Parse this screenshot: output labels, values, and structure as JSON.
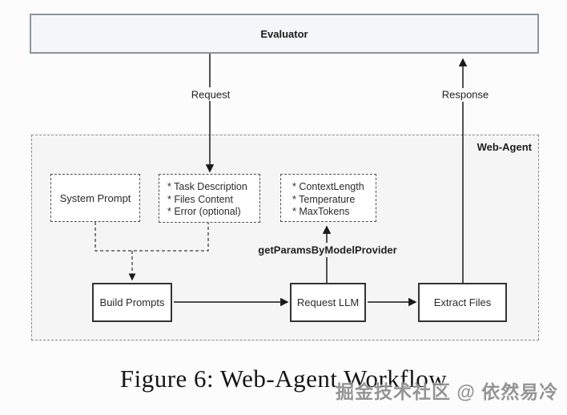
{
  "diagram": {
    "evaluator": {
      "label": "Evaluator"
    },
    "web_agent": {
      "label": "Web-Agent"
    },
    "edges": {
      "request": "Request",
      "response": "Response",
      "get_params": "getParamsByModelProvider"
    },
    "nodes": {
      "system_prompt": {
        "label": "System Prompt"
      },
      "task_inputs": {
        "items": [
          "* Task Description",
          "* Files Content",
          "* Error (optional)"
        ]
      },
      "model_params": {
        "items": [
          "* ContextLength",
          "* Temperature",
          "* MaxTokens"
        ]
      },
      "build_prompts": {
        "label": "Build Prompts"
      },
      "request_llm": {
        "label": "Request LLM"
      },
      "extract_files": {
        "label": "Extract Files"
      }
    },
    "colors": {
      "evaluator_fill": "#f5f6f7",
      "evaluator_border": "#8d969c",
      "container_fill": "#f5f5f5",
      "box_border": "#333333",
      "line": "#1a1a1a"
    }
  },
  "caption": "Figure 6: Web-Agent Workflow",
  "watermark": "掘金技术社区 @ 依然易冷"
}
